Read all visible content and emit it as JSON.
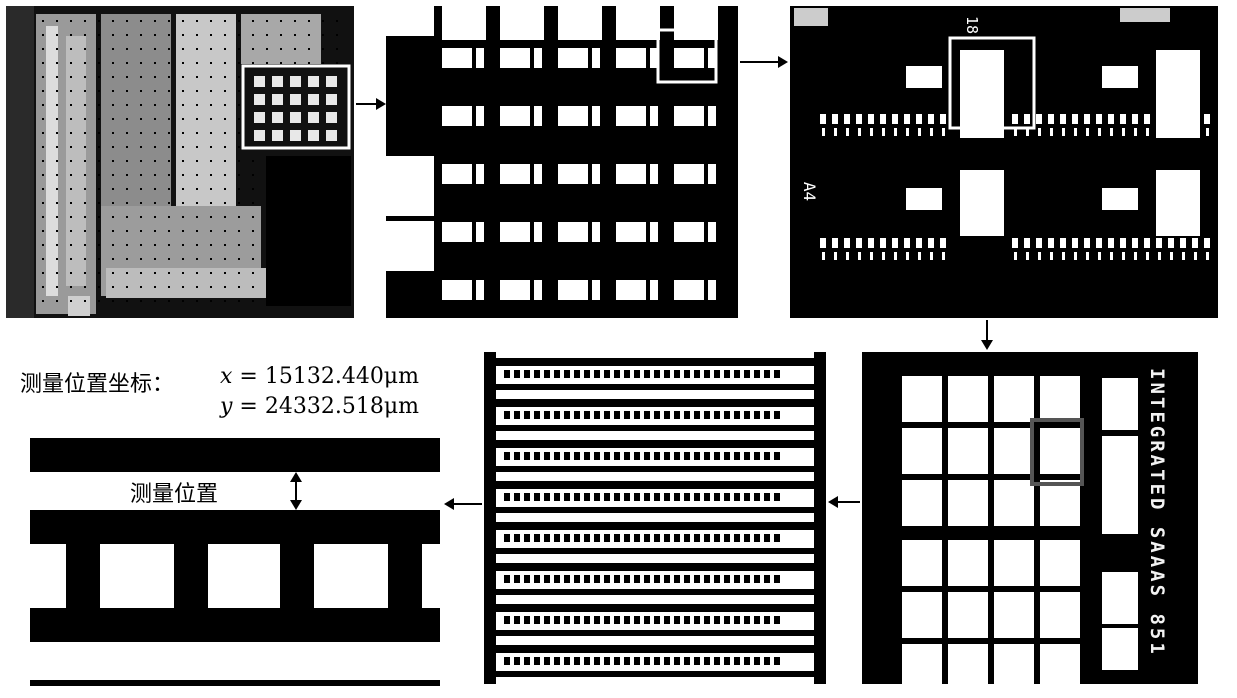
{
  "figure": {
    "measure_title": "测量位置坐标：",
    "x_var": "x",
    "x_value": " = 15132.440μm",
    "y_var": "y",
    "y_value": " = 24332.518μm",
    "measure_label": "测量位置",
    "chip_text": "INTEGRATED SAAAS 851",
    "label_a4": "A4",
    "label_18": "18"
  },
  "colors": {
    "background": "#ffffff",
    "panel_black": "#000000",
    "pattern_white": "#ffffff",
    "highlight_box": "#ffffff",
    "highlight_box_dark": "#555555",
    "arrow": "#000000"
  },
  "panels": [
    {
      "name": "panel-overview",
      "description_icon": "grayscale-layout-icon"
    },
    {
      "name": "panel-zoom-grid",
      "description_icon": "pad-grid-icon"
    },
    {
      "name": "panel-zoom-cell",
      "description_icon": "cell-layout-icon"
    },
    {
      "name": "panel-chip-pads",
      "description_icon": "chip-pads-icon"
    },
    {
      "name": "panel-line-array",
      "description_icon": "line-array-icon"
    },
    {
      "name": "panel-measure-detail",
      "description_icon": "line-detail-icon"
    }
  ]
}
